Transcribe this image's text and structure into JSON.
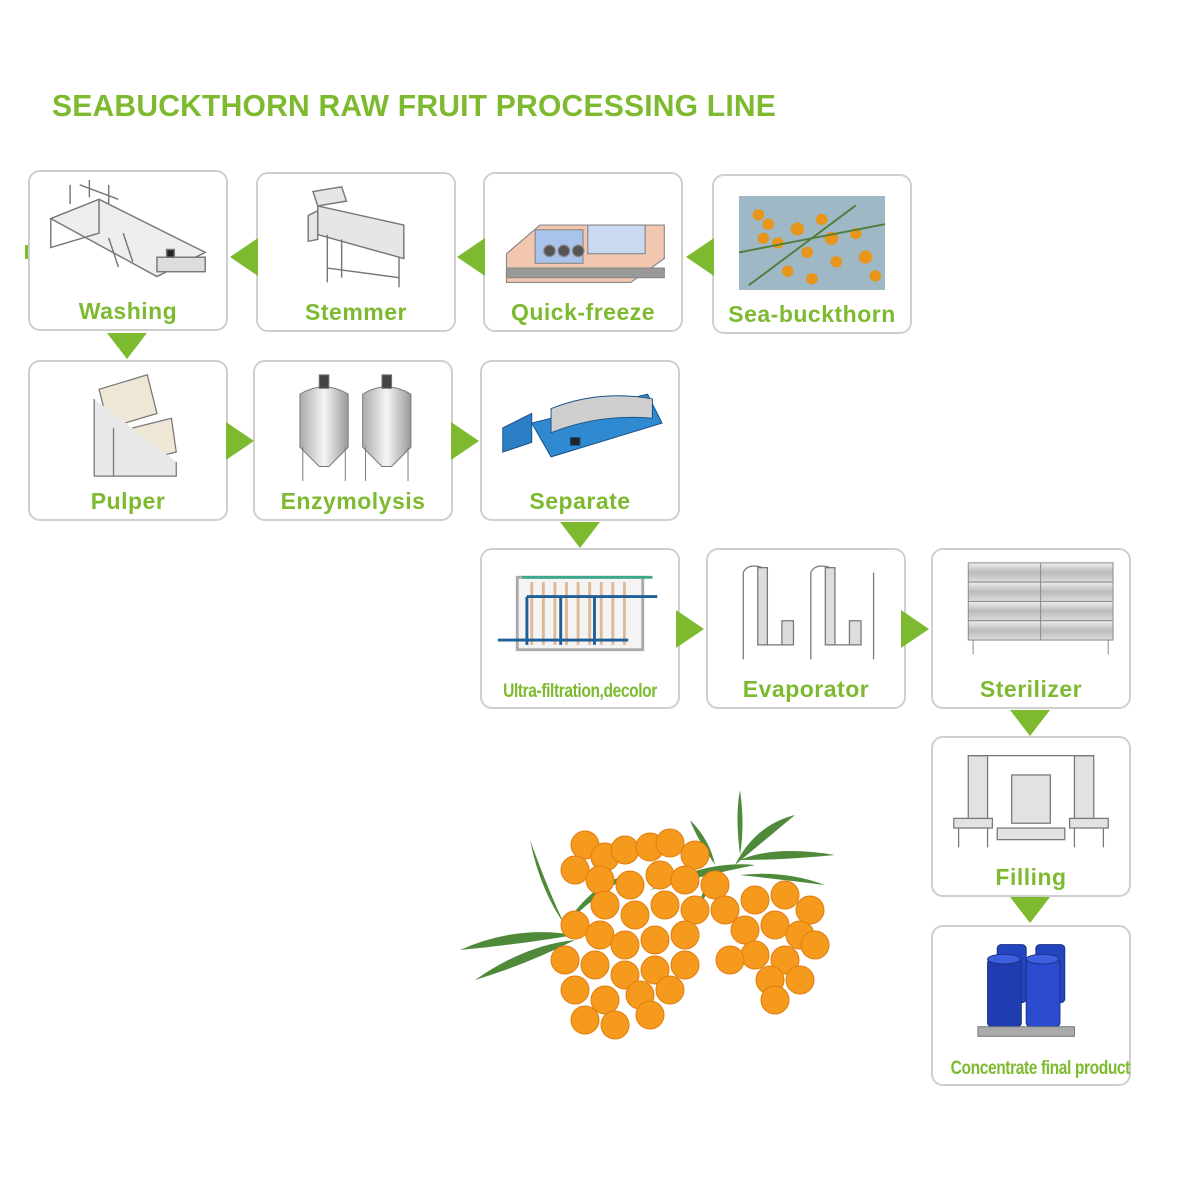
{
  "title": "SEABUCKTHORN RAW FRUIT PROCESSING LINE",
  "colors": {
    "accent": "#7dba2f",
    "card_border": "#cfcfcf",
    "berry": "#f59a1c",
    "leaf": "#4f8a3a",
    "drum": "#1f43b8",
    "separator": "#1e6fb5"
  },
  "steps": [
    {
      "id": 1,
      "label": "Sea-buckthorn",
      "icon": "berry-photo-icon"
    },
    {
      "id": 2,
      "label": "Quick-freeze",
      "icon": "freezer-tunnel-icon"
    },
    {
      "id": 3,
      "label": "Stemmer",
      "icon": "stemmer-machine-icon"
    },
    {
      "id": 4,
      "label": "Washing",
      "icon": "washing-machine-icon"
    },
    {
      "id": 5,
      "label": "Pulper",
      "icon": "pulper-machine-icon"
    },
    {
      "id": 6,
      "label": "Enzymolysis",
      "icon": "enzyme-tanks-icon"
    },
    {
      "id": 7,
      "label": "Separate",
      "icon": "decanter-centrifuge-icon"
    },
    {
      "id": 8,
      "label": "Ultra-filtration,decolor",
      "icon": "ultrafiltration-icon"
    },
    {
      "id": 9,
      "label": "Evaporator",
      "icon": "evaporator-icon"
    },
    {
      "id": 10,
      "label": "Sterilizer",
      "icon": "sterilizer-icon"
    },
    {
      "id": 11,
      "label": "Filling",
      "icon": "filling-machine-icon"
    },
    {
      "id": 12,
      "label": "Concentrate final product",
      "icon": "drums-pallet-icon"
    }
  ],
  "flow": [
    {
      "from": 1,
      "to": 2,
      "direction": "left"
    },
    {
      "from": 2,
      "to": 3,
      "direction": "left"
    },
    {
      "from": 3,
      "to": 4,
      "direction": "left"
    },
    {
      "from": 4,
      "to": 5,
      "direction": "down"
    },
    {
      "from": 5,
      "to": 6,
      "direction": "right"
    },
    {
      "from": 6,
      "to": 7,
      "direction": "right"
    },
    {
      "from": 7,
      "to": 8,
      "direction": "down"
    },
    {
      "from": 8,
      "to": 9,
      "direction": "right"
    },
    {
      "from": 9,
      "to": 10,
      "direction": "right"
    },
    {
      "from": 10,
      "to": 11,
      "direction": "down"
    },
    {
      "from": 11,
      "to": 12,
      "direction": "down"
    }
  ],
  "decoration": {
    "icon": "seabuckthorn-branch-icon"
  }
}
